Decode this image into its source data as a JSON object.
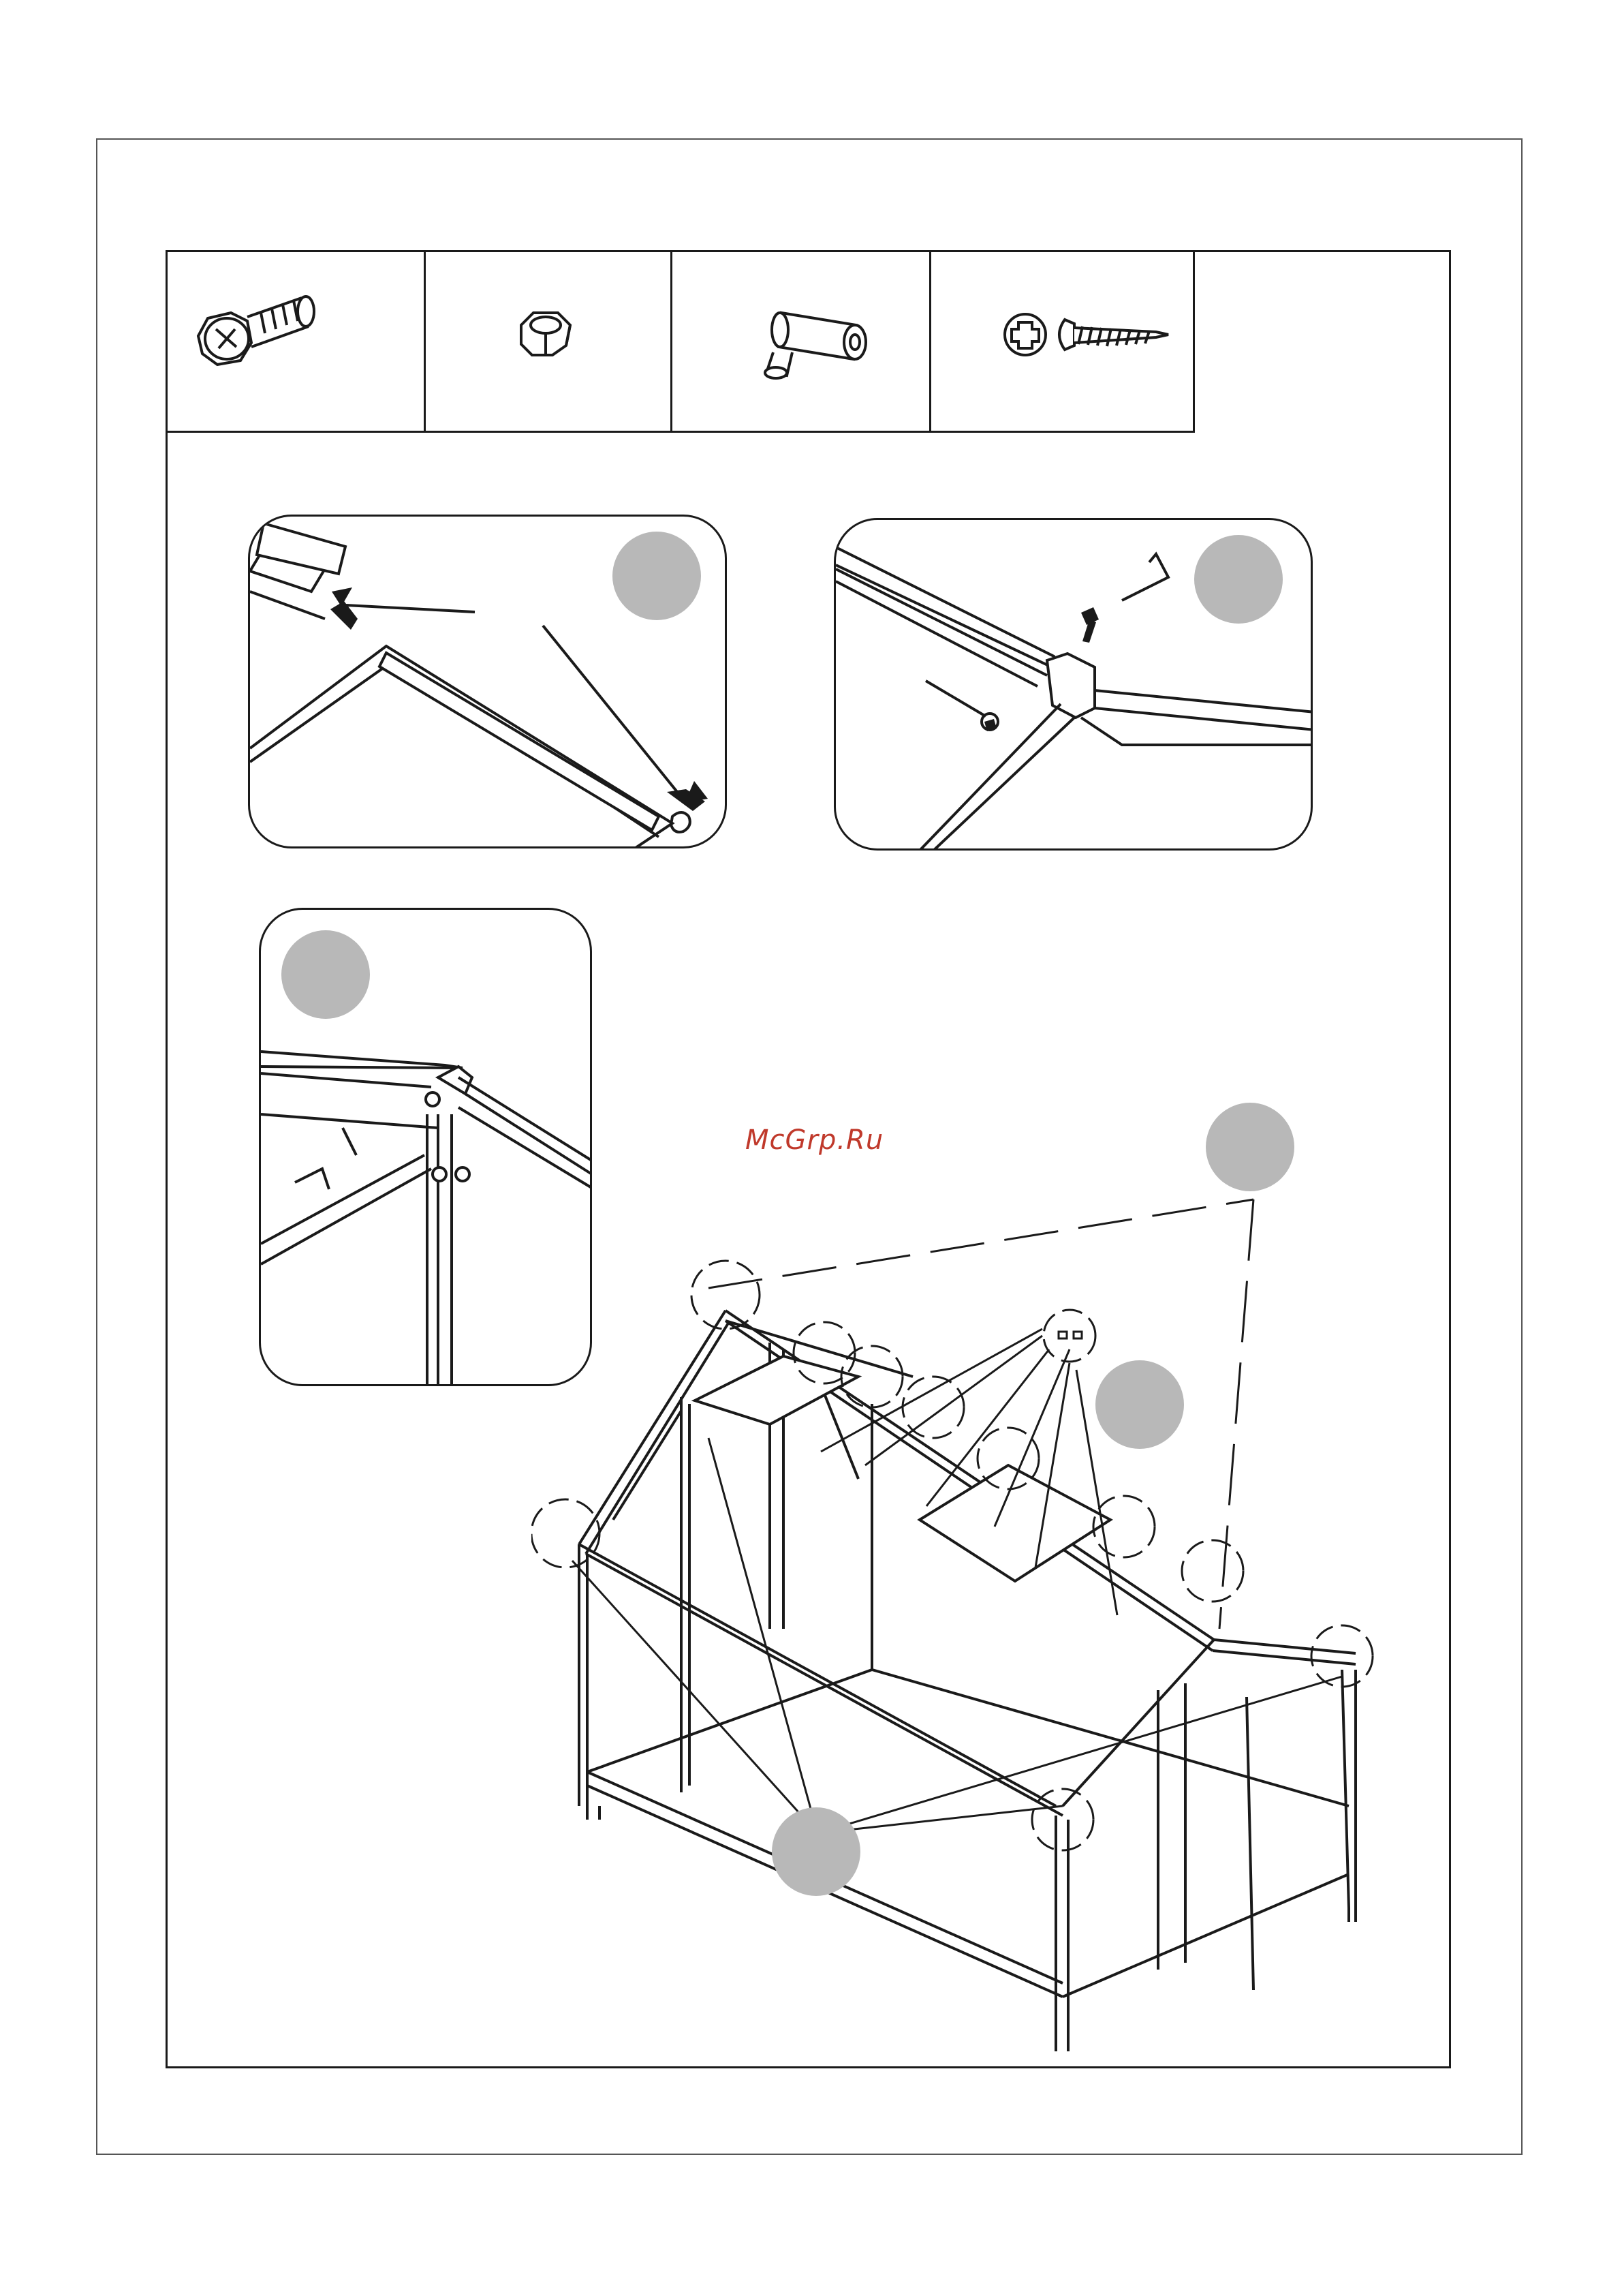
{
  "watermark": {
    "text": "McGrp.Ru"
  },
  "parts": [
    {
      "name": "hex-flange-bolt",
      "icon": "bolt-icon"
    },
    {
      "name": "hex-nut",
      "icon": "nut-icon"
    },
    {
      "name": "cross-connector",
      "icon": "connector-icon"
    },
    {
      "name": "phillips-screw",
      "icon": "screw-icon"
    }
  ],
  "colors": {
    "line": "#1a1a1a",
    "step_disc": "#b8b8b8",
    "watermark": "#c0392b"
  }
}
